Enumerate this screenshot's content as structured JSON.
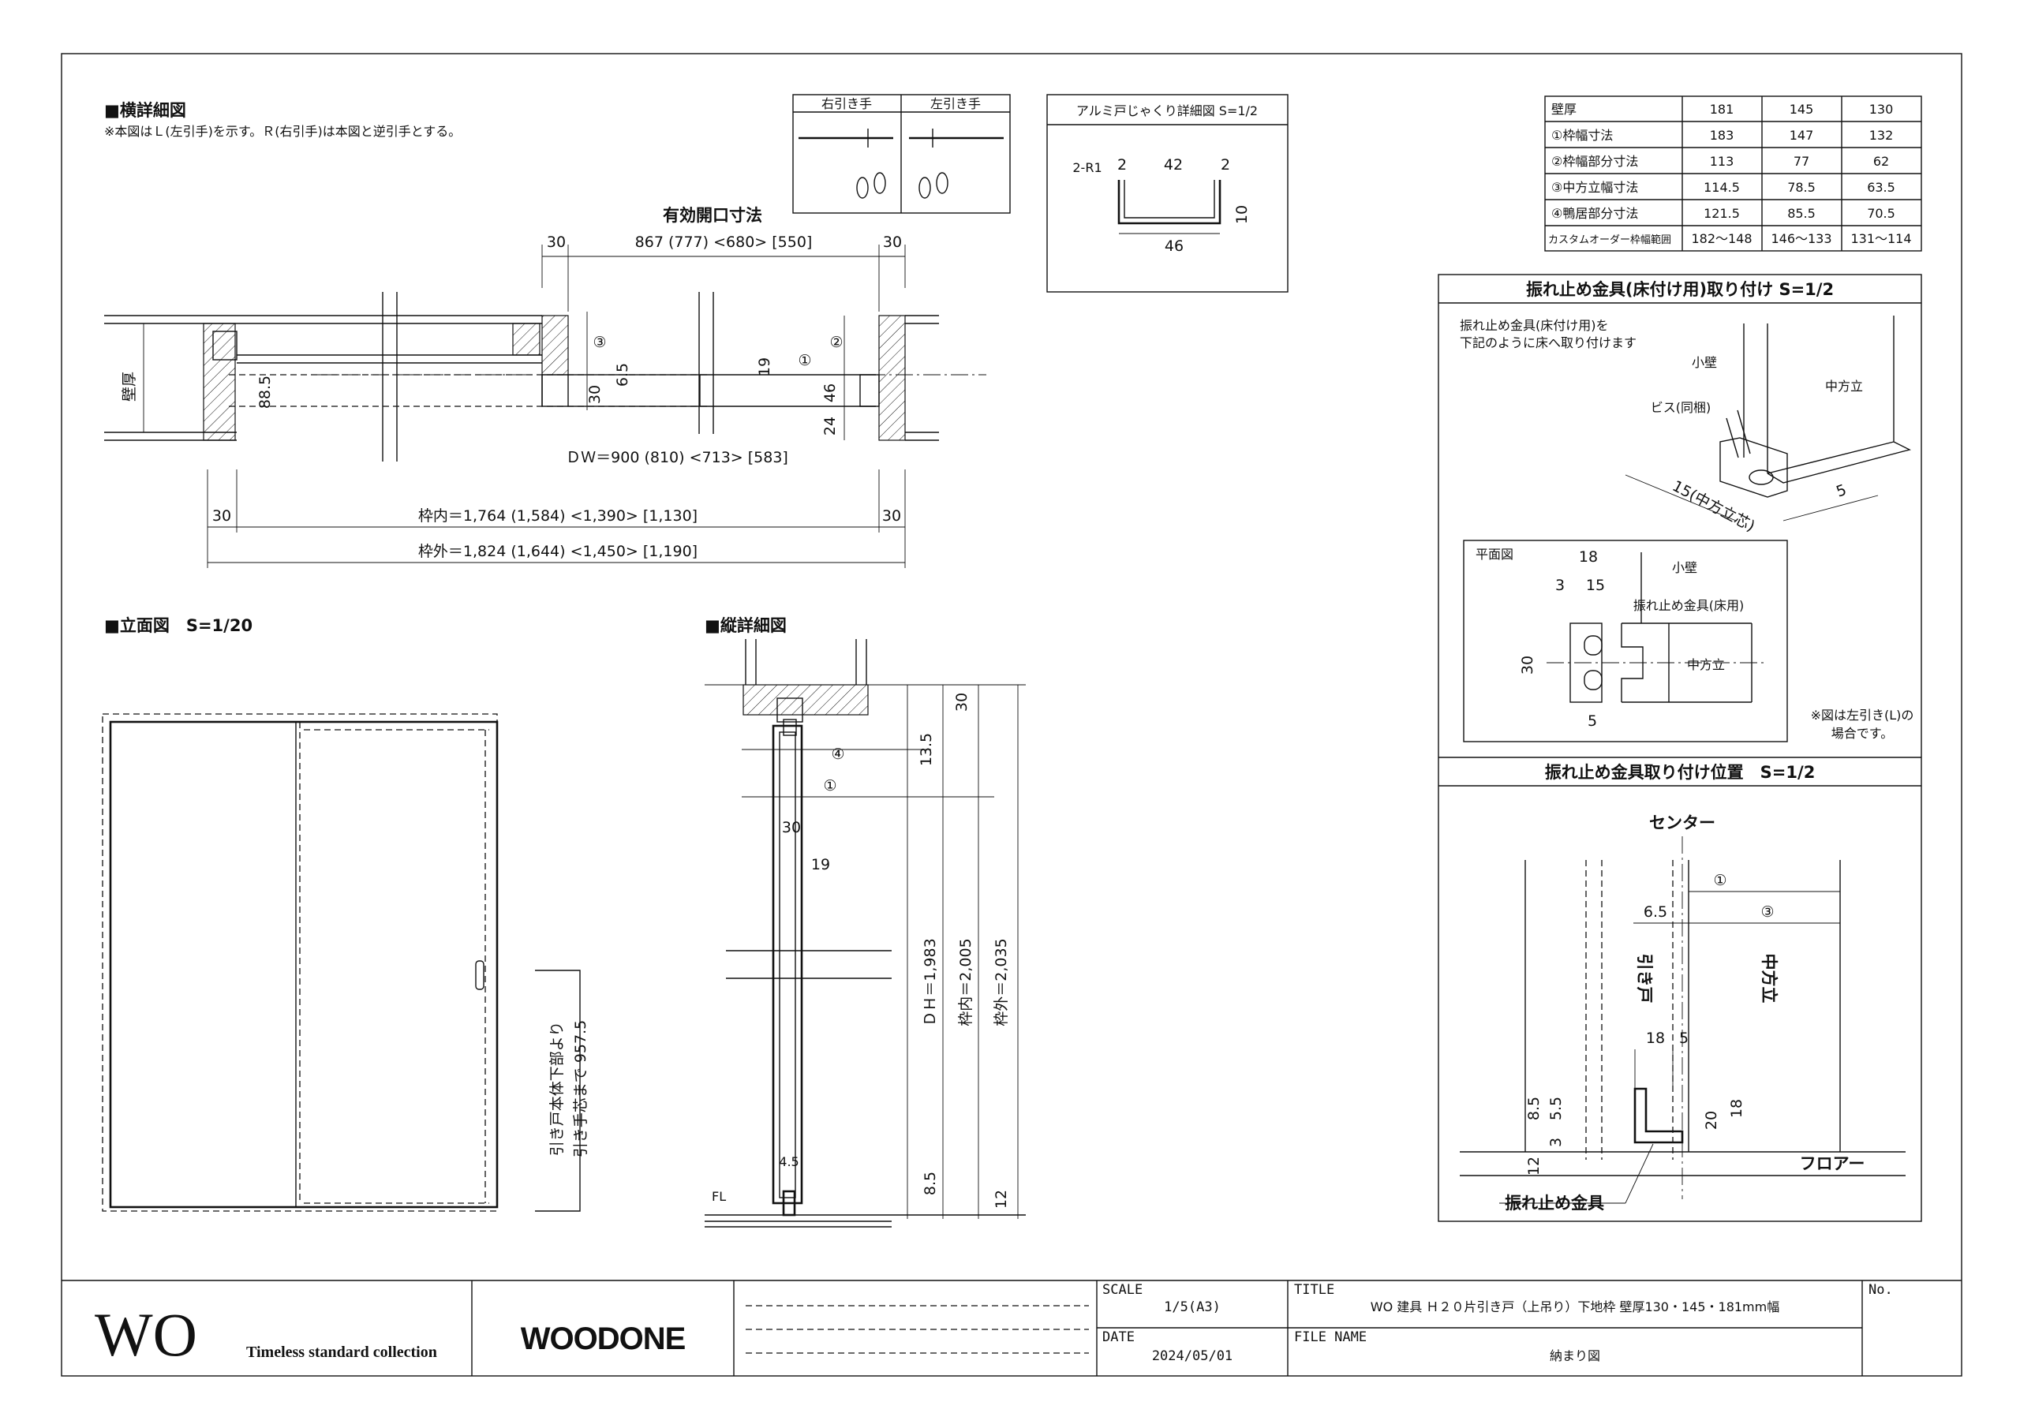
{
  "sections": {
    "horizontal_detail": {
      "title": "■横詳細図",
      "note": "※本図はＬ(左引手)を示す。Ｒ(右引手)は本図と逆引手とする。"
    },
    "elevation": {
      "title": "■立面図　S=1/20"
    },
    "vertical_detail": {
      "title": "■縦詳細図"
    }
  },
  "handle_table": {
    "right": "右引き手",
    "left": "左引き手"
  },
  "horizontal_dims": {
    "effective_opening": "有効開口寸法",
    "top_30_left": "30",
    "top_30_right": "30",
    "top_main": "867 (777) <680> [550]",
    "dw": "ＤＷ＝900 (810) <713> [583]",
    "frame_inner": "枠内＝1,764 (1,584) <1,390> [1,130]",
    "frame_outer": "枠外＝1,824 (1,644) <1,450> [1,190]",
    "bot_30_left": "30",
    "bot_30_right": "30",
    "wall": "壁厚",
    "d885": "88.5",
    "d30": "30",
    "d65": "6.5",
    "d19": "19",
    "d46": "46",
    "d24": "24",
    "c1": "①",
    "c2": "②",
    "c3": "③"
  },
  "alu_detail": {
    "title": "アルミ戸じゃくり詳細図 S=1/2",
    "r": "2-R1",
    "d2a": "2",
    "d42": "42",
    "d2b": "2",
    "d10": "10",
    "d46": "46"
  },
  "spec_table": {
    "header": [
      "壁厚",
      "181",
      "145",
      "130"
    ],
    "rows": [
      [
        "①枠幅寸法",
        "183",
        "147",
        "132"
      ],
      [
        "②枠幅部分寸法",
        "113",
        "77",
        "62"
      ],
      [
        "③中方立幅寸法",
        "114.5",
        "78.5",
        "63.5"
      ],
      [
        "④鴨居部分寸法",
        "121.5",
        "85.5",
        "70.5"
      ],
      [
        "カスタムオーダー枠幅範囲",
        "182～148",
        "146～133",
        "131～114"
      ]
    ]
  },
  "stopper_install": {
    "title": "振れ止め金具(床付け用)取り付け S=1/2",
    "note_1": "振れ止め金具(床付け用)を",
    "note_2": "下記のように床へ取り付けます",
    "small_wall": "小壁",
    "post": "中方立",
    "screw": "ビス(同梱)",
    "d15": "15(中方立芯)",
    "d5": "5",
    "plan": "平面図",
    "p18": "18",
    "p3": "3",
    "p15": "15",
    "psmall": "小壁",
    "pfitting": "振れ止め金具(床用)",
    "p30": "30",
    "ppost": "中方立",
    "p5": "5",
    "pnote_1": "※図は左引き(L)の",
    "pnote_2": "場合です。"
  },
  "stopper_position": {
    "title": "振れ止め金具取り付け位置　S=1/2",
    "center": "センター",
    "c1": "①",
    "d65": "6.5",
    "c3": "③",
    "door": "引き戸",
    "post": "中方立",
    "d18": "18",
    "d5": "5",
    "d85": "8.5",
    "d55": "5.5",
    "d3": "3",
    "d20": "20",
    "d18b": "18",
    "d12": "12",
    "floor": "フロアー",
    "fitting": "振れ止め金具"
  },
  "elevation_dims": {
    "line1": "引き戸本体下部より",
    "line2": "引き手芯まで 957.5"
  },
  "vertical_dims": {
    "c4": "④",
    "c1": "①",
    "d30": "30",
    "d19": "19",
    "d45": "4.5",
    "fl": "FL",
    "v30": "30",
    "v135": "13.5",
    "dh": "ＤＨ＝1,983",
    "inner": "枠内＝2,005",
    "outer": "枠外＝2,035",
    "v85": "8.5",
    "v12": "12"
  },
  "title_block": {
    "brand": "WO",
    "tagline": "Timeless standard collection",
    "logo": "WOODONE",
    "scale_label": "SCALE",
    "scale": "1/5(A3)",
    "date_label": "DATE",
    "date": "2024/05/01",
    "title_label": "TITLE",
    "title": "WO 建具 Ｈ２０片引き戸（上吊り）下地枠 壁厚130・145・181mm幅",
    "file_label": "FILE NAME",
    "file": "納まり図",
    "no_label": "No."
  }
}
